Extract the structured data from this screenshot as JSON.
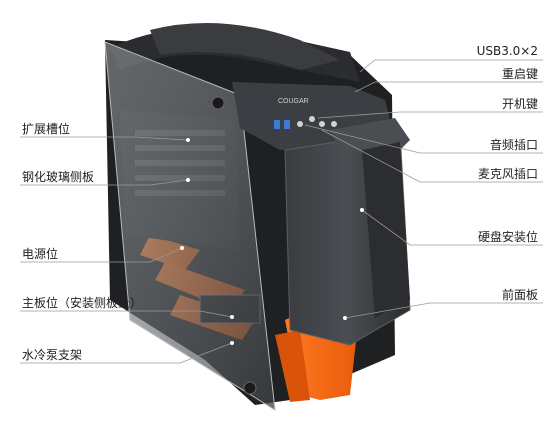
{
  "labels_left": [
    "扩展槽位",
    "钢化玻璃侧板",
    "电源位",
    "主板位（安装侧板上）",
    "水冷泵支架"
  ],
  "labels_right": [
    "USB3.0×2",
    "重启键",
    "开机键",
    "音频插口",
    "麦克风插口",
    "硬盘安装位",
    "前面板"
  ],
  "brand_logo": "COUGAR",
  "colors": {
    "accent_orange": "#ff6a14",
    "case_dark": "#2e3033",
    "glass_tint": "#6f7378",
    "leader_line": "#9a9a9a"
  }
}
